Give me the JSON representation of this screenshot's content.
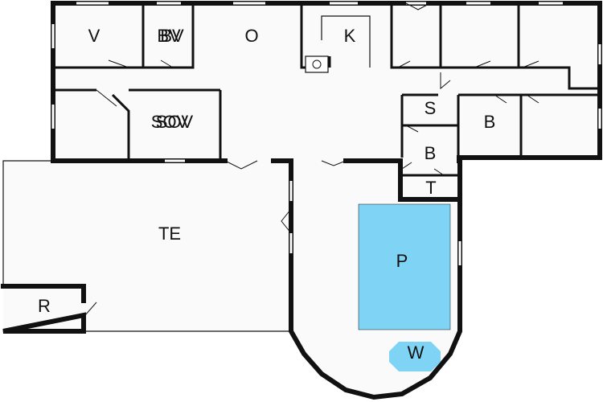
{
  "floorplan": {
    "rooms": {
      "v": "V",
      "bv": "BV",
      "bv_overlap": "BV",
      "o": "O",
      "k": "K",
      "sov": "SOV",
      "sov_overlap": "SOV",
      "s": "S",
      "b_right": "B",
      "b_mid": "B",
      "t": "T",
      "te": "TE",
      "r": "R",
      "p": "P",
      "w": "W"
    },
    "colors": {
      "pool": "#7fd4f5",
      "whirlpool": "#7fd4f5",
      "wall": "#111111",
      "floor": "#fafafa"
    }
  }
}
